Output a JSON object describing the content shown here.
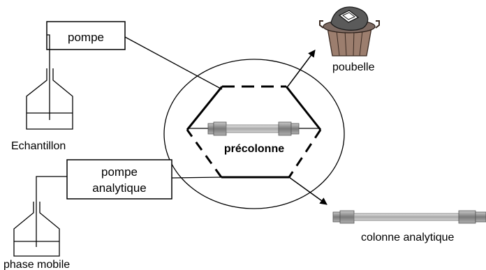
{
  "labels": {
    "pompe": "pompe",
    "echantillon": "Echantillon",
    "poubelle": "poubelle",
    "precolonne": "précolonne",
    "pompe_analytique_line1": "pompe",
    "pompe_analytique_line2": "analytique",
    "phase_mobile": "phase mobile",
    "colonne_analytique": "colonne analytique"
  },
  "icons": {
    "trash": "trash-can-icon",
    "sample_flask": "flask-icon",
    "mobile_phase_flask": "flask-icon",
    "precolumn": "column-cartridge-icon",
    "analytical_column": "column-cartridge-icon"
  },
  "colors": {
    "line": "#000000",
    "column_gray": "#b8b8b8",
    "trash_bin": "#8a6a5a"
  }
}
